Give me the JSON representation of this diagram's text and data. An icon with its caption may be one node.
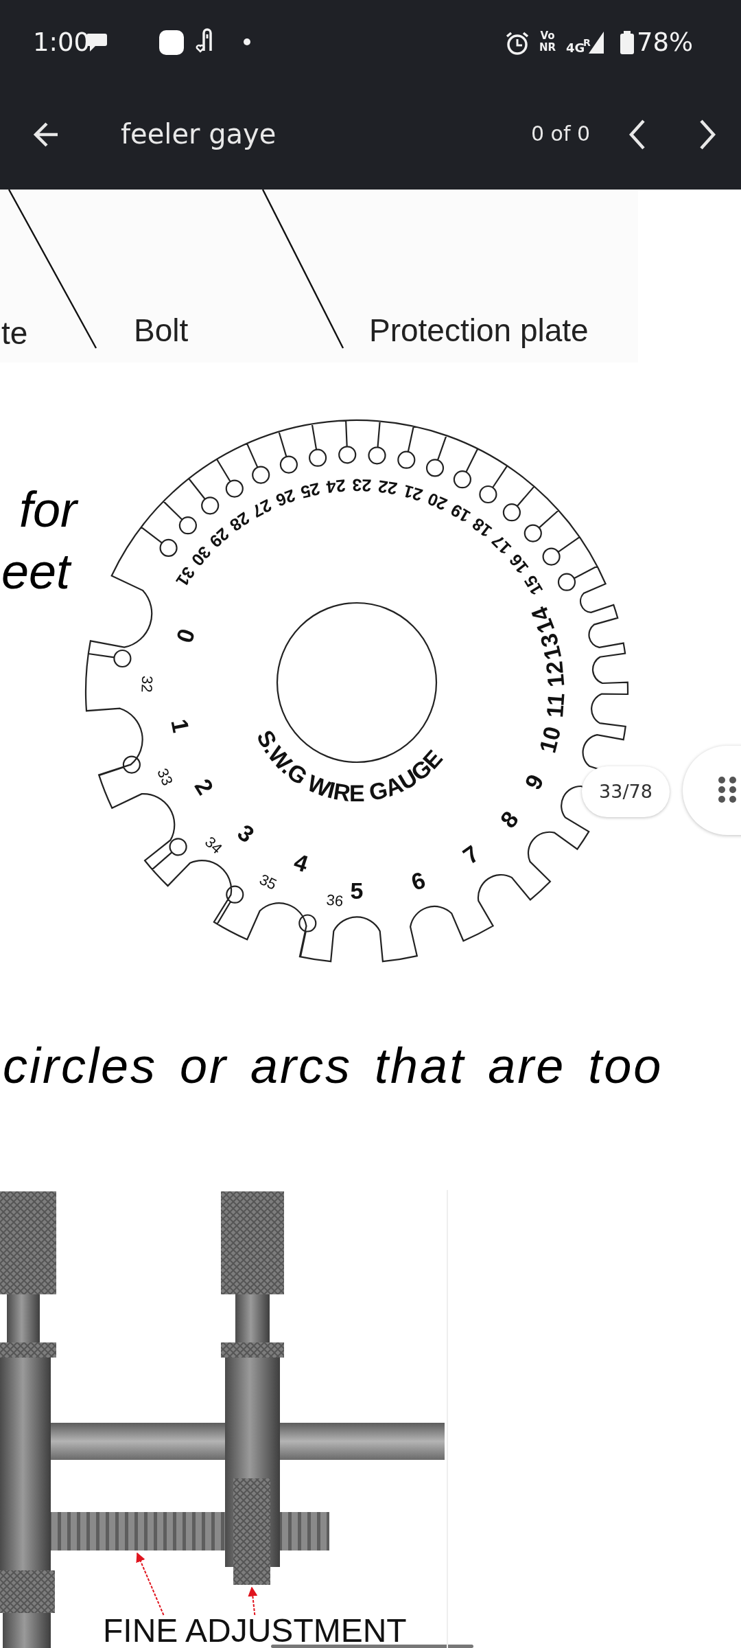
{
  "diagram": {
    "nodes": [
      {
        "text": [
          "Bolt"
        ]
      },
      {
        "text": [
          "Protection plate"
        ]
      },
      {
        "text": [
          "FINE ADJUSTMENT"
        ]
      }
    ],
    "edges": [
      {
        "from": 0,
        "to": null,
        "arrow": "none"
      },
      {
        "from": 1,
        "to": null,
        "arrow": "none"
      },
      {
        "from": 2,
        "to": null,
        "arrow": "to",
        "style": "dashed",
        "color": "#e0141e"
      },
      {
        "from": 2,
        "to": null,
        "arrow": "to",
        "style": "dashed",
        "color": "#e0141e"
      }
    ],
    "labels": [
      "1:00",
      "Vo NR",
      "4G",
      "R",
      "78%",
      "feeler gaye",
      "0 of 0",
      "te",
      "for",
      "eet",
      "0",
      "1",
      "2",
      "3",
      "4",
      "5",
      "6",
      "7",
      "8",
      "9",
      "10",
      "11",
      "12",
      "13",
      "14",
      "15",
      "16",
      "17",
      "18",
      "19",
      "20",
      "21",
      "22",
      "23",
      "24",
      "25",
      "26",
      "27",
      "28",
      "29",
      "30",
      "31",
      "32",
      "33",
      "34",
      "35",
      "36",
      "S.W.G WIRE GAUGE",
      "33/78",
      "circles or arcs that are too"
    ]
  }
}
